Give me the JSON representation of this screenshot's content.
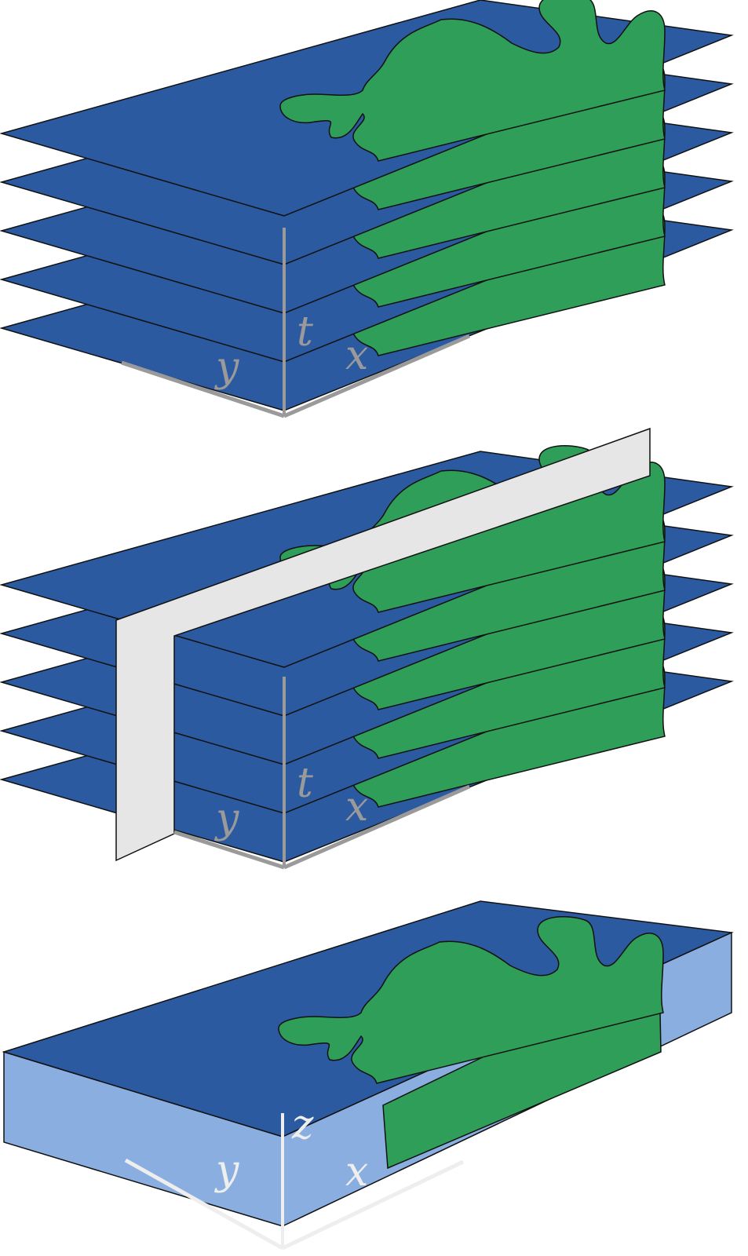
{
  "colors": {
    "sheet": "#2b5aa0",
    "blob": "#2e9e58",
    "slab_side": "#8aaee0",
    "wall": "#e6e6e6",
    "axis": "#9a9a9a",
    "axis_light": "#eeeeee",
    "outline": "#111111"
  },
  "panels": {
    "stack": {
      "labels": {
        "t": "t",
        "x": "x",
        "y": "y"
      }
    },
    "sliced": {
      "labels": {
        "t": "t",
        "x": "x",
        "y": "y"
      }
    },
    "slab": {
      "labels": {
        "z": "z",
        "x": "x",
        "y": "y"
      }
    }
  }
}
